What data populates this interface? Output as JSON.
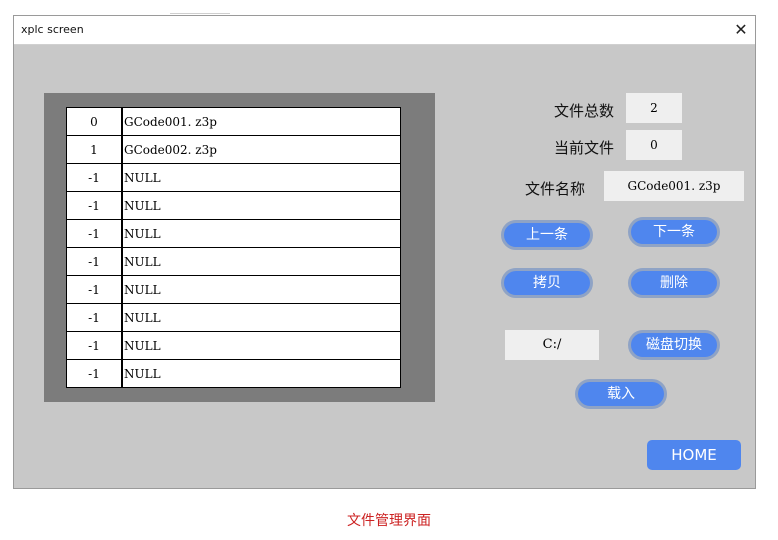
{
  "window": {
    "title": "xplc screen",
    "close_glyph": "✕"
  },
  "file_list": {
    "rows": [
      {
        "index": "0",
        "name": "GCode001. z3p"
      },
      {
        "index": "1",
        "name": "GCode002. z3p"
      },
      {
        "index": "-1",
        "name": "NULL"
      },
      {
        "index": "-1",
        "name": "NULL"
      },
      {
        "index": "-1",
        "name": "NULL"
      },
      {
        "index": "-1",
        "name": "NULL"
      },
      {
        "index": "-1",
        "name": "NULL"
      },
      {
        "index": "-1",
        "name": "NULL"
      },
      {
        "index": "-1",
        "name": "NULL"
      },
      {
        "index": "-1",
        "name": "NULL"
      }
    ]
  },
  "info": {
    "total_label": "文件总数",
    "total_value": "2",
    "current_label": "当前文件",
    "current_value": "0",
    "name_label": "文件名称",
    "name_value": "GCode001. z3p",
    "path_value": "C:/"
  },
  "buttons": {
    "prev": "上一条",
    "next": "下一条",
    "copy": "拷贝",
    "delete": "删除",
    "switch_disk": "磁盘切换",
    "load": "载入",
    "home": "HOME"
  },
  "caption": "文件管理界面",
  "colors": {
    "button_blue": "#4f86ee",
    "caption_red": "#cc2222"
  }
}
